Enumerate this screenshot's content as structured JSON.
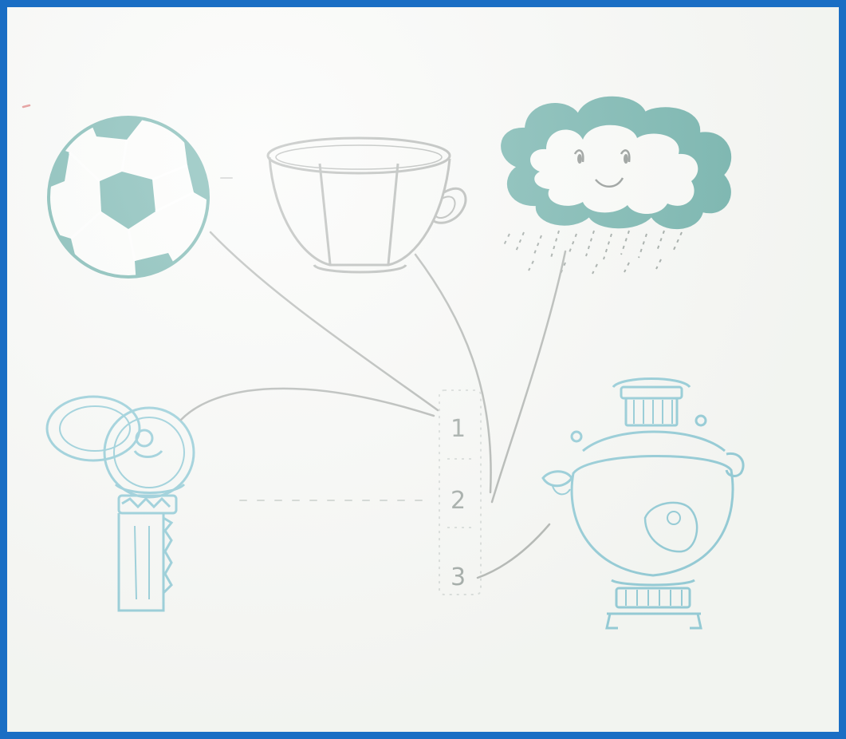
{
  "colors": {
    "frame": "#1a6ec4",
    "teal": "#2a8c84",
    "pencil": "#8a8f8c",
    "ink": "#5a6260",
    "cyan_ink": "#5bb3c7"
  },
  "pictures": [
    {
      "name": "soccer-ball-icon",
      "color": "teal"
    },
    {
      "name": "cup-icon",
      "color": "pencil"
    },
    {
      "name": "rain-cloud-icon",
      "color": "teal"
    },
    {
      "name": "key-icon",
      "color": "cyan_ink"
    },
    {
      "name": "samovar-icon",
      "color": "cyan_ink"
    }
  ],
  "numbers": {
    "one": "1",
    "two": "2",
    "three": "3"
  }
}
